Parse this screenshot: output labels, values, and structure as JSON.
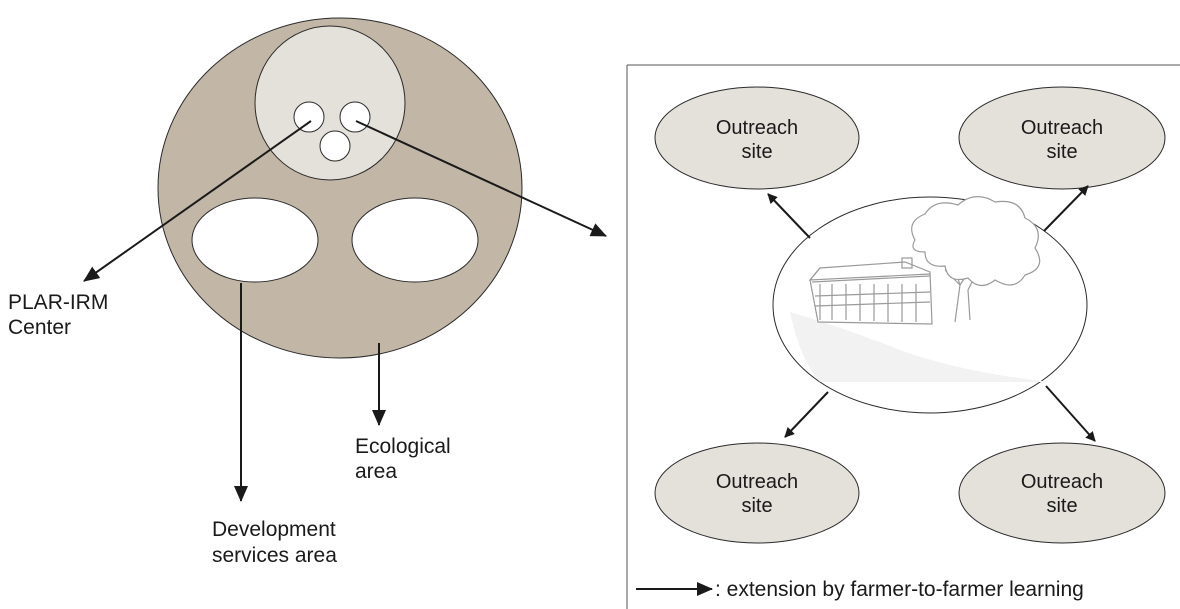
{
  "left_diagram": {
    "center_label_line1": "PLAR-IRM",
    "center_label_line2": "Center",
    "ecological_label_line1": "Ecological",
    "ecological_label_line2": "area",
    "development_label_line1": "Development",
    "development_label_line2": "services area"
  },
  "right_diagram": {
    "outreach_sites": [
      {
        "line1": "Outreach",
        "line2": "site"
      },
      {
        "line1": "Outreach",
        "line2": "site"
      },
      {
        "line1": "Outreach",
        "line2": "site"
      },
      {
        "line1": "Outreach",
        "line2": "site"
      }
    ],
    "legend_text": ": extension by farmer-to-farmer learning"
  },
  "colors": {
    "outer_fill": "#c2b6a6",
    "inner_fill": "#e4e0da",
    "site_fill": "#e4e0da",
    "stroke": "#2a2a2a"
  }
}
